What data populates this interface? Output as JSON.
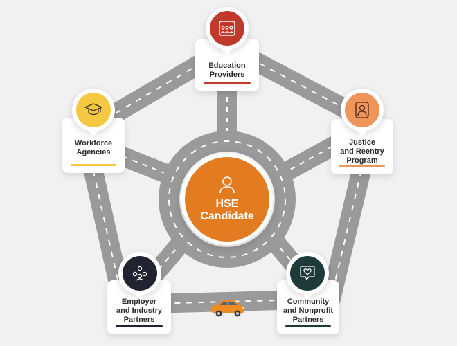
{
  "center": {
    "title_line1": "HSE",
    "title_line2": "Candidate",
    "icon": "person-icon",
    "color": "#e37b20"
  },
  "nodes": [
    {
      "id": "education",
      "line1": "Education",
      "line2": "Providers",
      "line3": "",
      "icon": "group-icon",
      "color": "#c0392b"
    },
    {
      "id": "justice",
      "line1": "Justice",
      "line2": "and Reentry",
      "line3": "Program",
      "icon": "person-badge-icon",
      "color": "#f0955a"
    },
    {
      "id": "community",
      "line1": "Community",
      "line2": "and Nonprofit",
      "line3": "Partners",
      "icon": "heart-chat-icon",
      "color": "#1e3a3a"
    },
    {
      "id": "employer",
      "line1": "Employer",
      "line2": "and Industry",
      "line3": "Partners",
      "icon": "network-people-icon",
      "color": "#1f2430"
    },
    {
      "id": "workforce",
      "line1": "Workforce",
      "line2": "Agencies",
      "line3": "",
      "icon": "graduation-cap-icon",
      "color": "#f5c842"
    }
  ],
  "colors": {
    "road": "#9a9a9a",
    "road_marking": "#ffffff",
    "car": "#f08a24"
  }
}
